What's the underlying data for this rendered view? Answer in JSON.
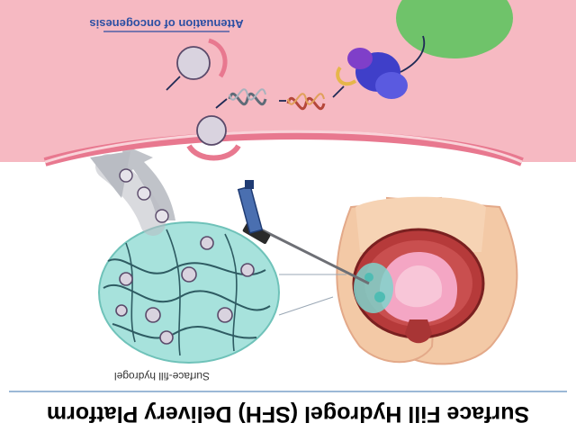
{
  "title": "Surface Fill Hydrogel (SFH) Delivery Platform",
  "labels": {
    "hydrogel": "Surface-fill hydrogel",
    "outcome": "Attenuation of oncogenesis"
  },
  "orientation": "rotated 180 degrees",
  "colors": {
    "cell_pink": "#f6b9c2",
    "cell_membrane": "#e8788f",
    "hydrogel_teal": "#9fdcd6",
    "arrow_gray": "#b9bcc3",
    "nucleus_green": "#6fc36a",
    "protein_blue": "#3f3fc9",
    "uterus_skin": "#f3c9a6",
    "tissue_dark": "#8b2a2a",
    "label_blue": "#2c4fa3",
    "title_text": "#000000"
  },
  "icons": [
    "nanoparticle-icon",
    "dna-strand-icon",
    "protein-complex-icon",
    "injector-icon",
    "uterus-anatomy-icon"
  ]
}
